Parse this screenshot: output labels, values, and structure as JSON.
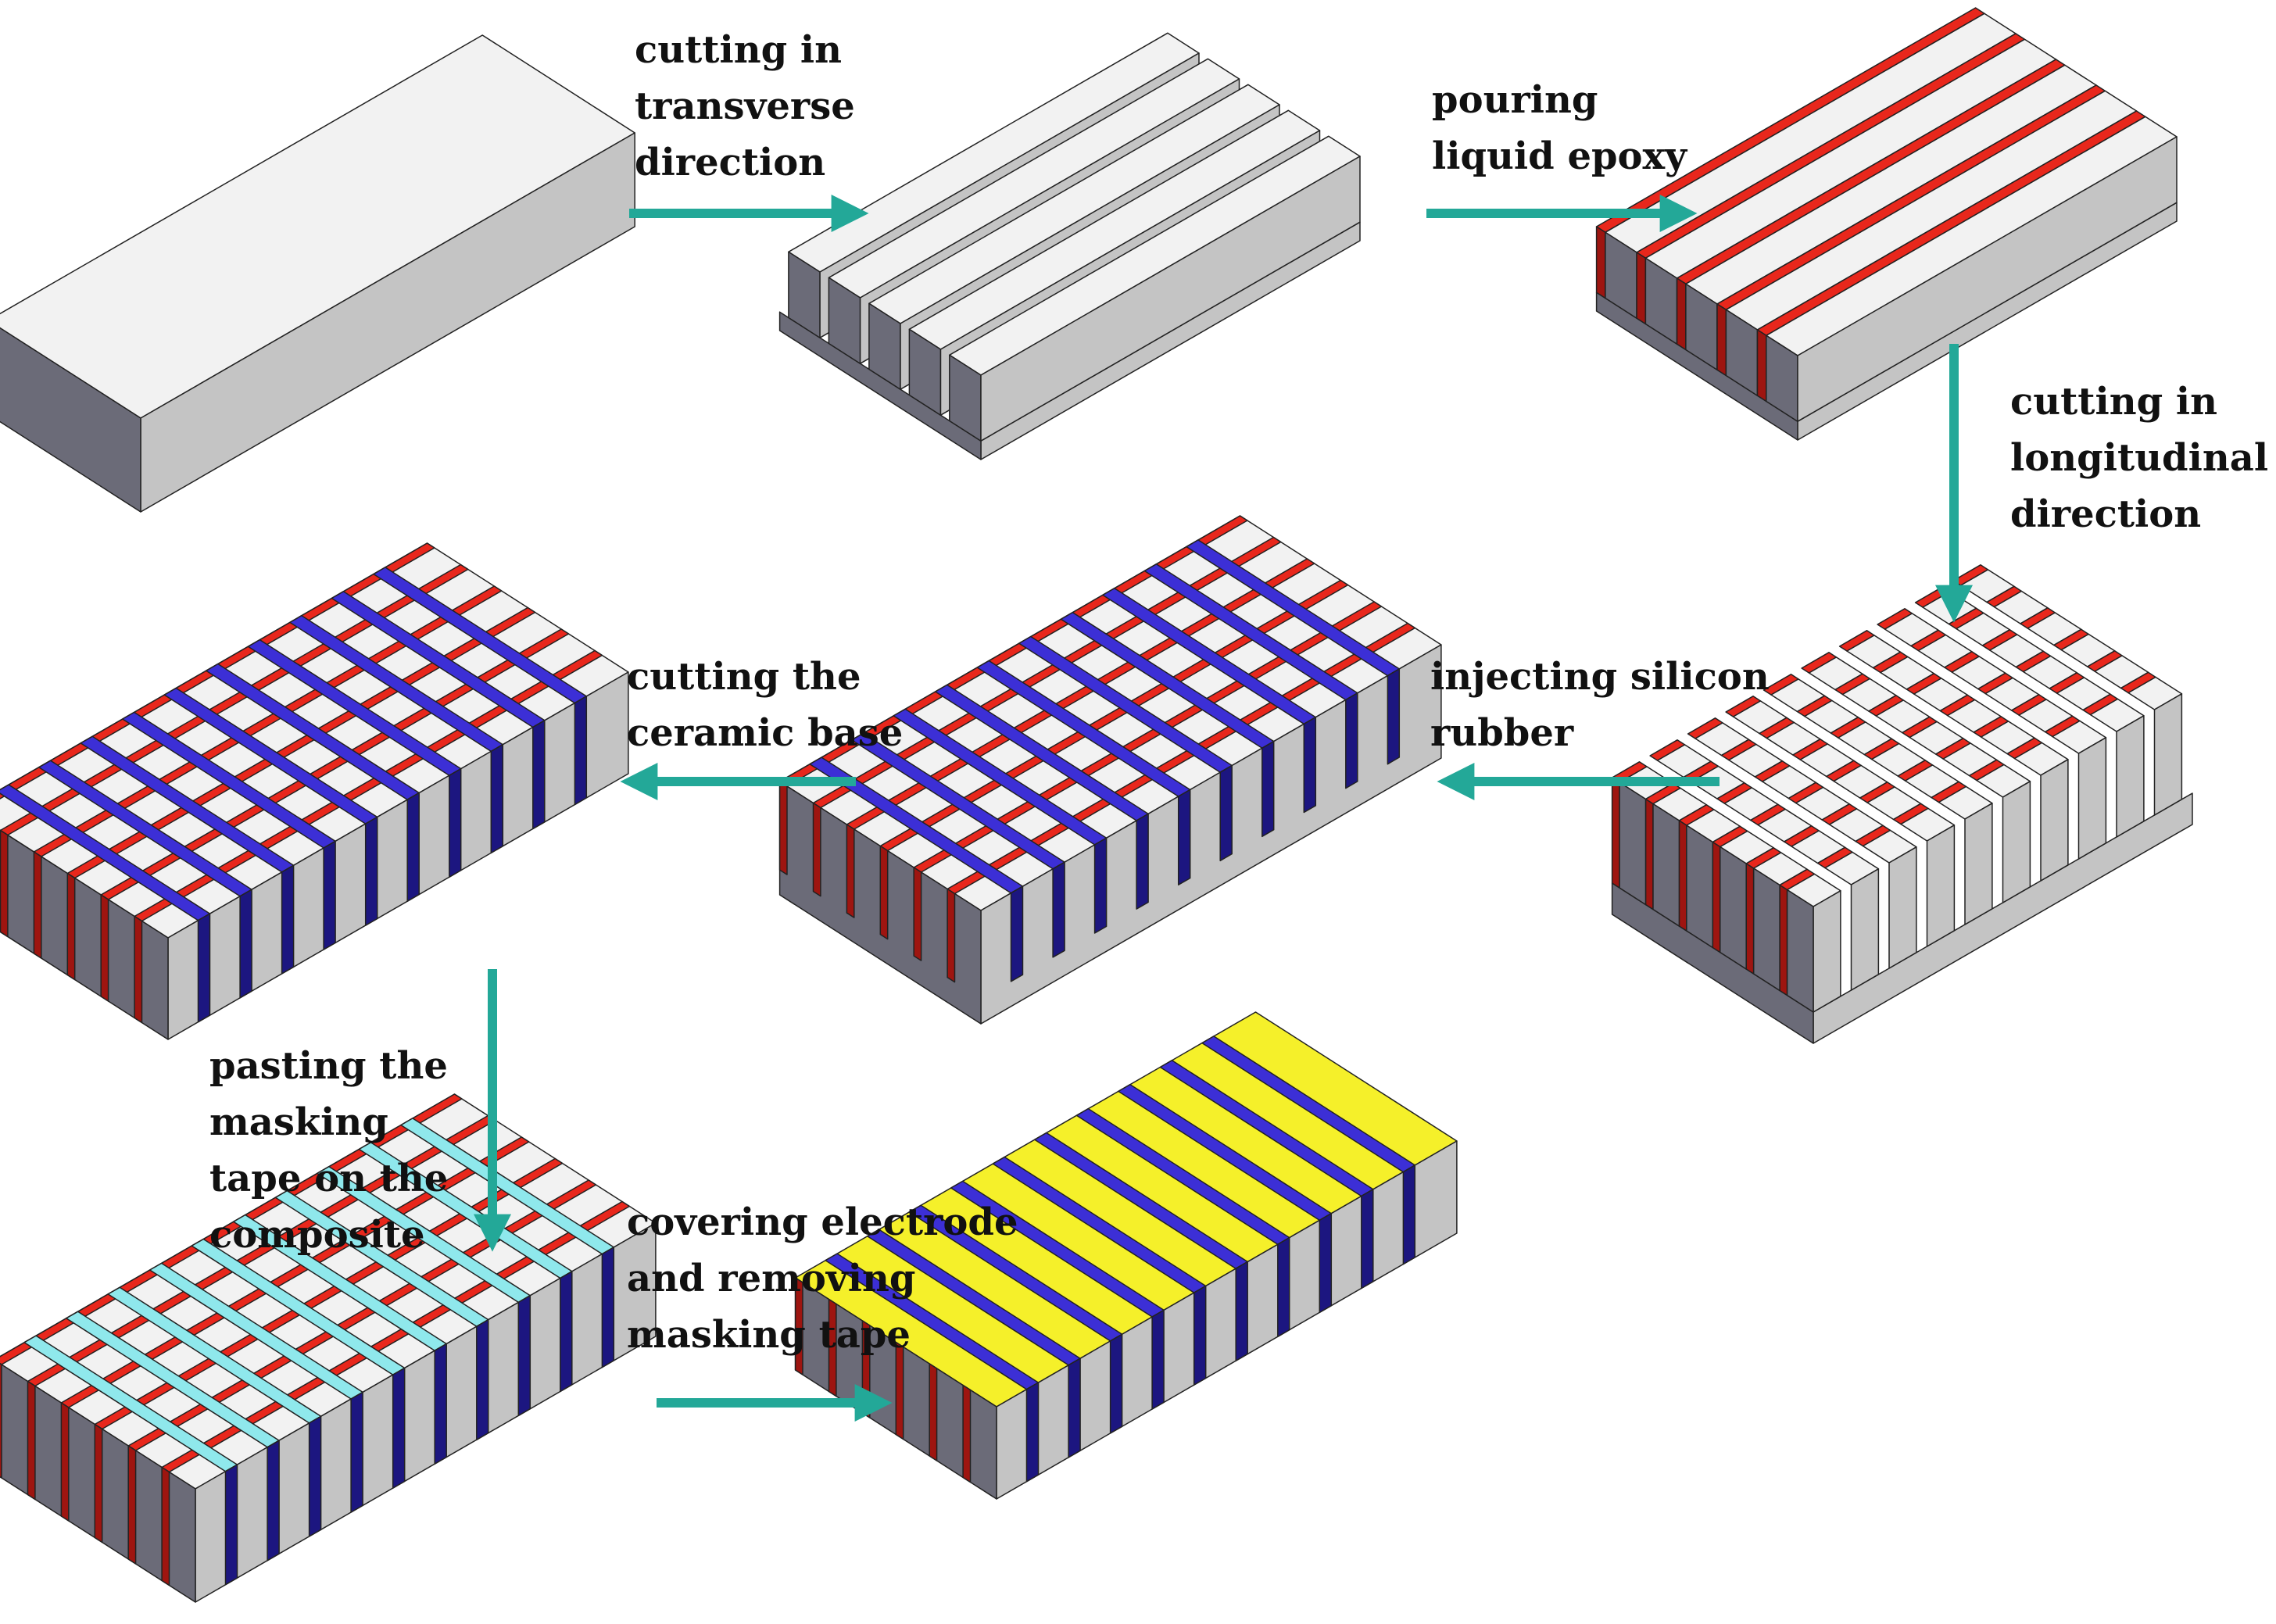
{
  "colors": {
    "ceramic_top": "#f2f2f2",
    "ceramic_front": "#c4c4c4",
    "ceramic_side": "#6b6b78",
    "epoxy": "#e8271c",
    "epoxy_dark": "#9e1510",
    "silicone_rubber": "#3c2fd6",
    "silicone_rubber_dark": "#1c1680",
    "masking_tape": "#8fe8ec",
    "electrode": "#f5f02a",
    "arrow": "#23a898",
    "outline": "#222222"
  },
  "stages": [
    {
      "name": "ceramic-block"
    },
    {
      "name": "transverse-cut-block"
    },
    {
      "name": "epoxy-filled-block"
    },
    {
      "name": "longitudinal-cut-pillars"
    },
    {
      "name": "rubber-filled-composite"
    },
    {
      "name": "base-removed-composite"
    },
    {
      "name": "masked-composite"
    },
    {
      "name": "electroded-composite"
    }
  ],
  "steps": [
    {
      "id": "step1",
      "lines": [
        "cutting in",
        "transverse",
        "direction"
      ]
    },
    {
      "id": "step2",
      "lines": [
        "pouring",
        "liquid  epoxy"
      ]
    },
    {
      "id": "step3",
      "lines": [
        "cutting in",
        "longitudinal",
        "direction"
      ]
    },
    {
      "id": "step4",
      "lines": [
        "injecting silicon",
        "rubber"
      ]
    },
    {
      "id": "step5",
      "lines": [
        "cutting the",
        "ceramic base"
      ]
    },
    {
      "id": "step6",
      "lines": [
        "pasting the",
        "masking",
        "tape on the",
        "composite"
      ]
    },
    {
      "id": "step7",
      "lines": [
        "covering electrode",
        "and removing",
        "masking tape"
      ]
    }
  ]
}
